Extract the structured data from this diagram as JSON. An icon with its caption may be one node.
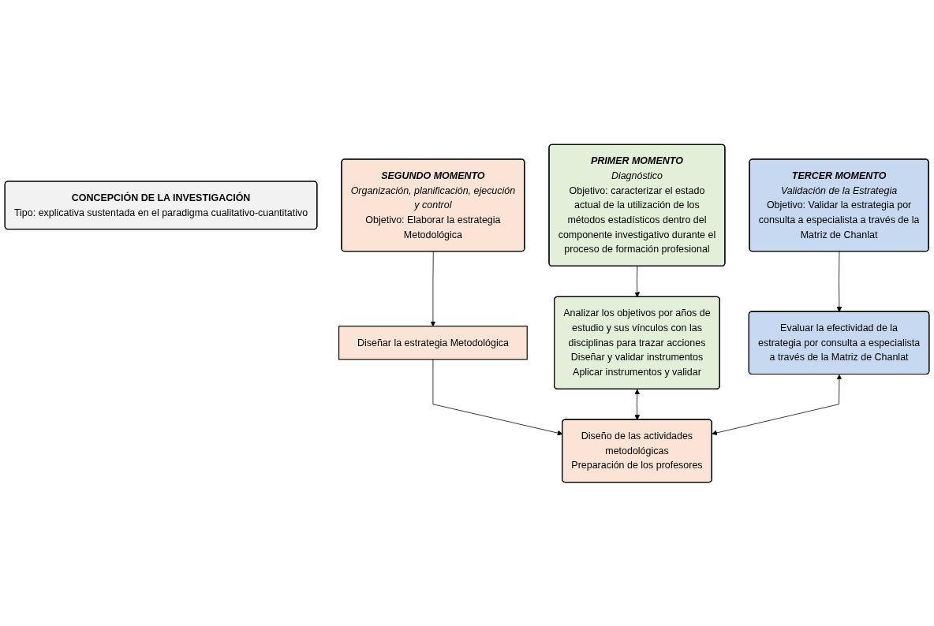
{
  "diagram": {
    "nodes": [
      {
        "text": [
          "CONCEPCIÓN DE LA INVESTIGACIÓN",
          "Tipo: explicativa sustentada en el paradigma cualitativo-cuantitativo"
        ]
      },
      {
        "text": [
          "PRIMER MOMENTO",
          "Diagnóstico",
          "Objetivo: caracterizar el estado actual de la utilización de los métodos estadísticos dentro del componente investigativo durante el proceso de formación profesional"
        ]
      },
      {
        "text": [
          "SEGUNDO MOMENTO",
          "Organización, planificación, ejecución y control",
          "Objetivo: Elaborar la estrategia Metodológica"
        ]
      },
      {
        "text": [
          "TERCER MOMENTO",
          "Validación de la Estrategia",
          "Objetivo: Validar la estrategia por consulta a especialista a través de la Matriz de Chanlat"
        ]
      },
      {
        "text": [
          "Analizar los objetivos por años de estudio y sus vínculos con las disciplinas para trazar acciones",
          "Diseñar y validar instrumentos",
          "Aplicar instrumentos y validar"
        ]
      },
      {
        "text": [
          "Diseñar la estrategia Metodológica"
        ]
      },
      {
        "text": [
          "Diseño de las actividades metodológicas",
          "Preparación de los profesores"
        ]
      },
      {
        "text": [
          "Evaluar la efectividad de la estrategia por consulta a especialista a través de la Matriz de Chanlat"
        ]
      }
    ],
    "edges": [
      {
        "from": 1,
        "to": 4,
        "arrow": "to"
      },
      {
        "from": 2,
        "to": 5,
        "arrow": "to"
      },
      {
        "from": 5,
        "to": 6,
        "arrow": "to"
      },
      {
        "from": 3,
        "to": 7,
        "arrow": "to"
      },
      {
        "from": 4,
        "to": 6,
        "arrow": "both"
      },
      {
        "from": 7,
        "to": 6,
        "arrow": "both"
      }
    ]
  }
}
